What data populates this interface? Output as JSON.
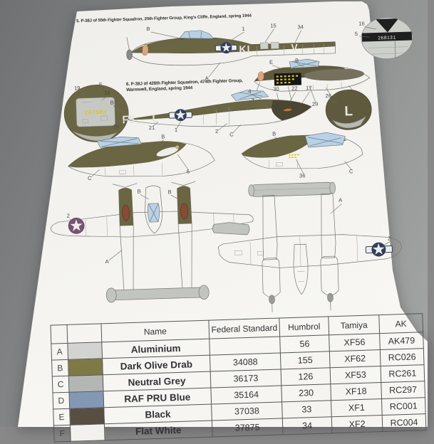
{
  "photo": {
    "background_top_left": "#6f7173",
    "background_bottom_right": "#a6a8a7",
    "paper_color": "#f3f2ee"
  },
  "captions": {
    "scheme5": "5. P-38J of 55th Fighter Squadron, 20th Fighter Group, King's Cliffe, England, spring 1944",
    "scheme6_line1": "6. P-38J of 428th Fighter Squadron, 474th Fighter Group,",
    "scheme6_line2": "Warmwell, England, spring 1944"
  },
  "markings": {
    "scheme5_fuselage_code": "KI",
    "scheme5_boom_letter": "V",
    "scheme5_fin_serial": "268131",
    "scheme6_squadron_code": "F5",
    "scheme6_aircraft_letter": "L",
    "scheme6_fin_serial": "267683",
    "scheme6_fin_letter": "L"
  },
  "callouts": {
    "scheme5_profile": [
      "B",
      "1",
      "15",
      "34",
      "A",
      "16",
      "5"
    ],
    "scheme5_pod": [
      "E",
      "B",
      "4",
      "30",
      "29",
      "17",
      "A"
    ],
    "scheme6_profile": [
      "19",
      "F",
      "18",
      "B",
      "25",
      "21",
      "1",
      "2",
      "C",
      "4",
      "30",
      "22",
      "17",
      "26"
    ],
    "nacelle_left": [
      "B",
      "C",
      "6"
    ],
    "nacelle_right": [
      "B",
      "36",
      "C"
    ],
    "top_view": [
      "2",
      "B",
      "B",
      "A"
    ],
    "bottom_view": [
      "A",
      "2"
    ]
  },
  "paint_table": {
    "headers": {
      "name": "Name",
      "federal_standard": "Federal Standard",
      "humbrol": "Humbrol",
      "tamiya": "Tamiya",
      "ak": "AK"
    },
    "rows": [
      {
        "letter": "A",
        "swatch": "#d3d4d1",
        "name": "Aluminium",
        "federal_standard": "",
        "humbrol": "56",
        "tamiya": "XF56",
        "ak": "AK479"
      },
      {
        "letter": "B",
        "swatch": "#7e7a46",
        "name": "Dark Olive Drab",
        "federal_standard": "34088",
        "humbrol": "155",
        "tamiya": "XF62",
        "ak": "RC026"
      },
      {
        "letter": "C",
        "swatch": "#b4b6b3",
        "name": "Neutral Grey",
        "federal_standard": "36173",
        "humbrol": "126",
        "tamiya": "XF53",
        "ak": "RC261"
      },
      {
        "letter": "D",
        "swatch": "#8398b4",
        "name": "RAF PRU Blue",
        "federal_standard": "35164",
        "humbrol": "230",
        "tamiya": "XF18",
        "ak": "RC297"
      },
      {
        "letter": "E",
        "swatch": "#584e42",
        "name": "Black",
        "federal_standard": "37038",
        "humbrol": "33",
        "tamiya": "XF1",
        "ak": "RC001"
      },
      {
        "letter": "F",
        "swatch": "#f2f1ee",
        "name": "Flat White",
        "federal_standard": "37875",
        "humbrol": "34",
        "tamiya": "XF2",
        "ak": "RC004"
      }
    ]
  },
  "print_colors": {
    "dark_olive_drab": "#6a6543",
    "neutral_grey": "#c6c8c4",
    "canopy_blue": "#b7d2e8",
    "insignia_blue": "#30405e",
    "serial_yellow": "#d8c434",
    "turbo_red_brown": "#8a4a38"
  }
}
